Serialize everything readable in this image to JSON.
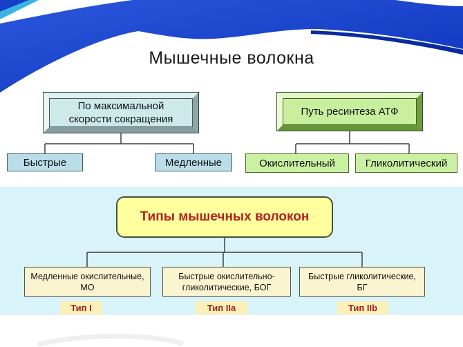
{
  "title": "Мышечные волокна",
  "palette": {
    "banner_blue": "#1340c6",
    "banner_cyan": "#38b4e6",
    "panel_cyan": "#d9f4f9",
    "teal_box_fill": "#cde9ea",
    "green_box_fill": "#c9ef9e",
    "leaf_blue_fill": "#b9dee9",
    "leaf_green_fill": "#c9f1a1",
    "types_root_fill": "#ffff9d",
    "fiber_box_fill": "#fbf4d0",
    "type_tag_fill": "#fcf0b8",
    "red_text": "#b22222"
  },
  "speed_tree": {
    "root": {
      "line1": "По максимальной",
      "line2": "скорости сокращения"
    },
    "children": [
      {
        "label": "Быстрые"
      },
      {
        "label": "Медленные"
      }
    ]
  },
  "atp_tree": {
    "root": {
      "label": "Путь ресинтеза АТФ"
    },
    "children": [
      {
        "label": "Окислительный"
      },
      {
        "label": "Гликолитический"
      }
    ]
  },
  "types_tree": {
    "root": {
      "label": "Типы мышечных волокон"
    },
    "children": [
      {
        "line1": "Медленные окислительные,",
        "line2": "МО",
        "type_label": "Тип I"
      },
      {
        "line1": "Быстрые окислительно-",
        "line2": "гликолитические, БОГ",
        "type_label": "Тип IIa"
      },
      {
        "line1": "Быстрые гликолитические,",
        "line2": "БГ",
        "type_label": "Тип IIb"
      }
    ]
  }
}
